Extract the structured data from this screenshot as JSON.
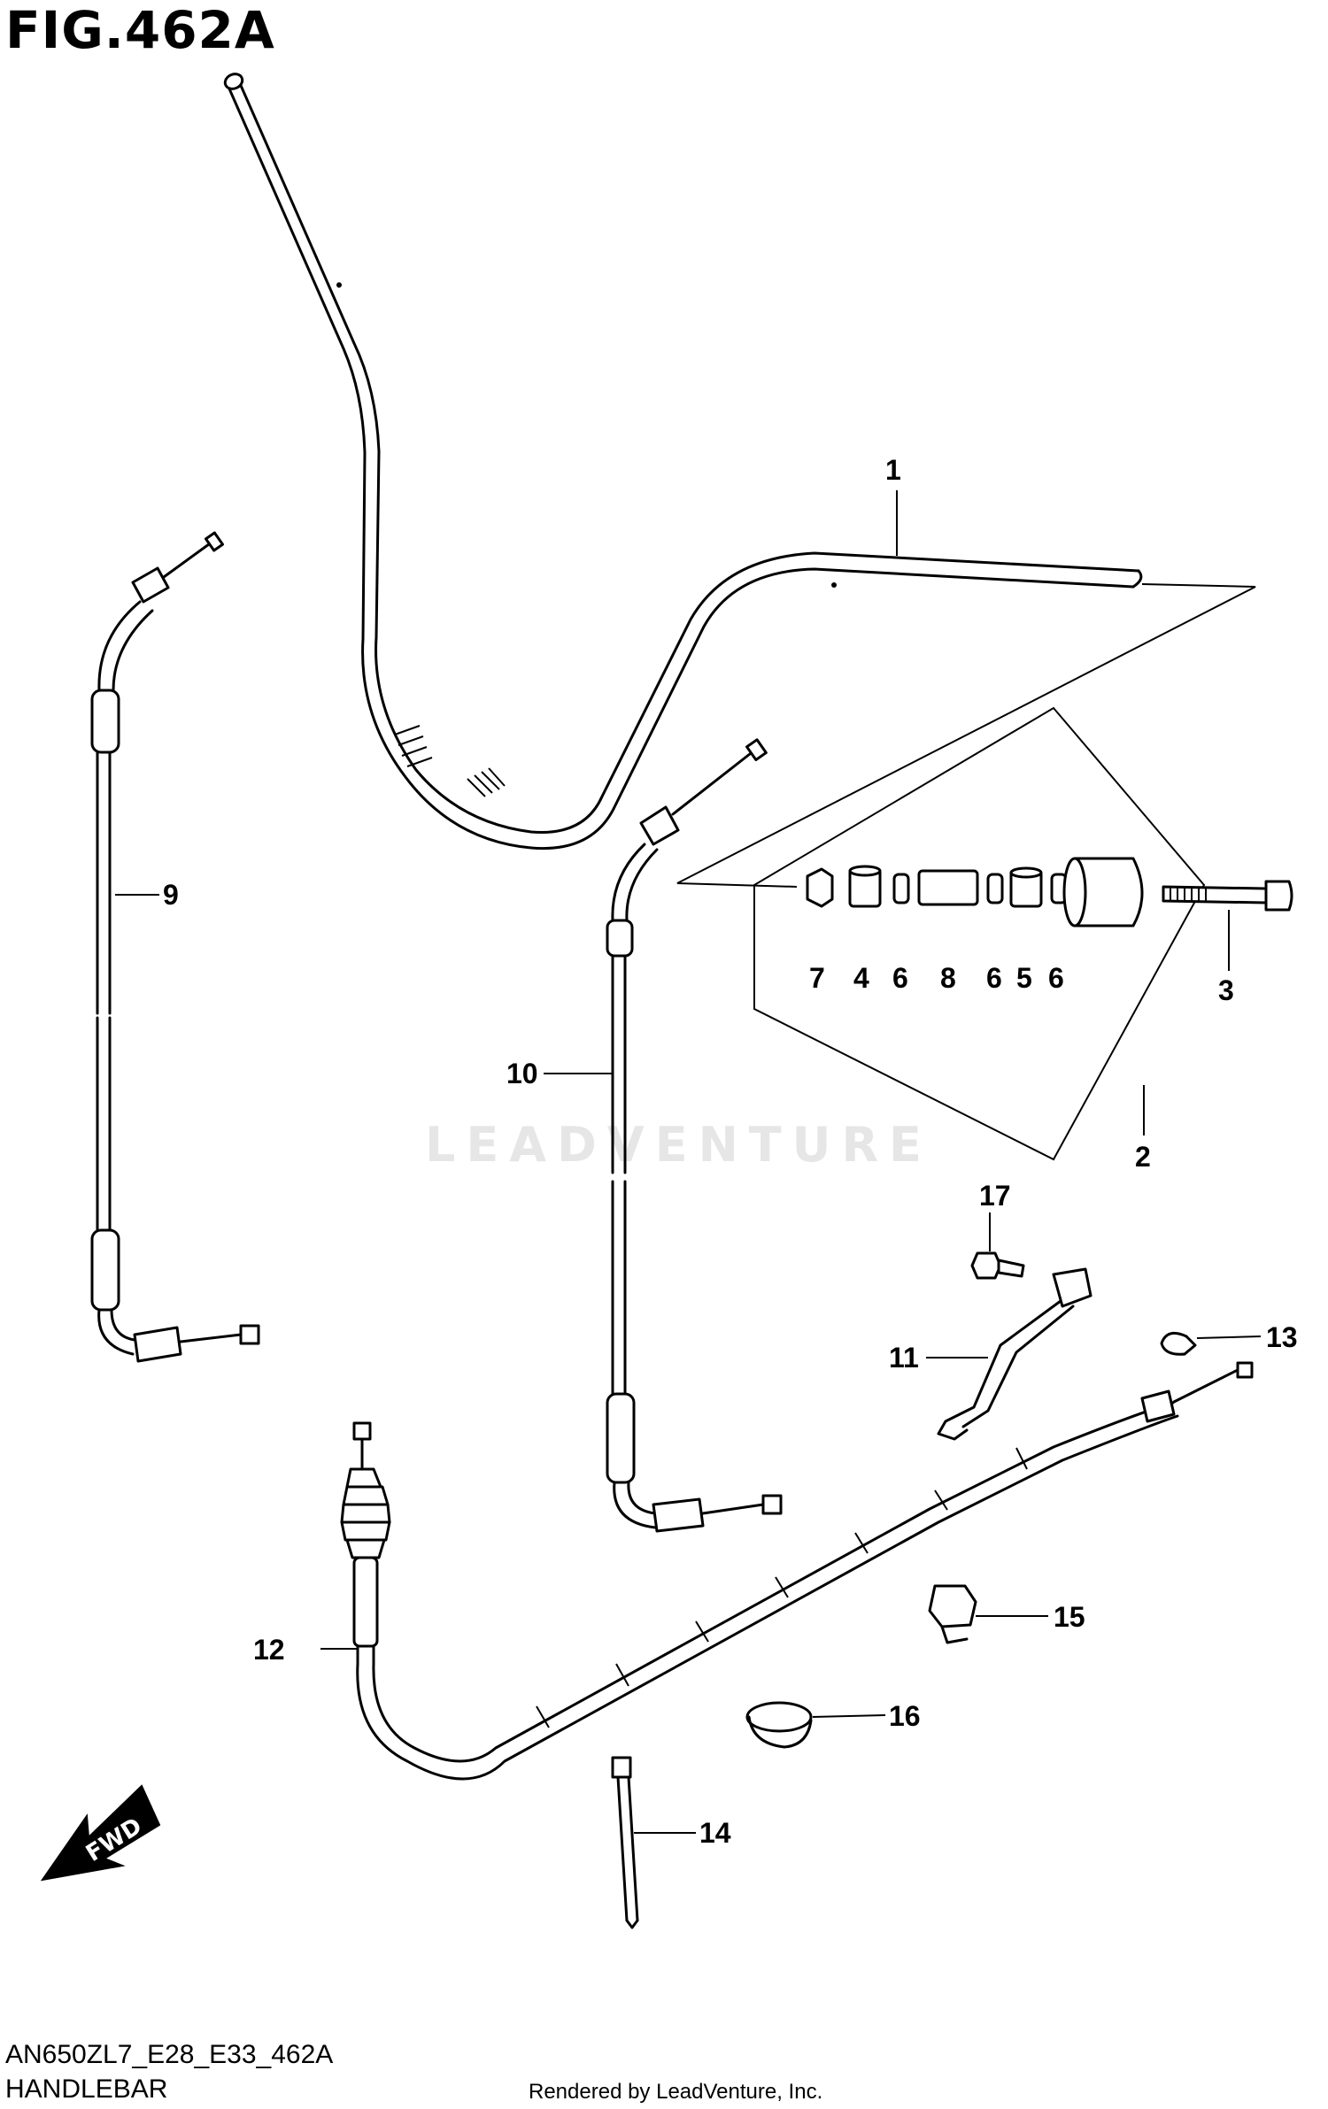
{
  "figure": {
    "title": "FIG.462A",
    "code": "AN650ZL7_E28_E33_462A",
    "section": "HANDLEBAR",
    "rendered_by": "Rendered by LeadVenture, Inc.",
    "watermark": "LEADVENTURE"
  },
  "direction_marker": {
    "label": "FWD"
  },
  "callouts": {
    "c1": "1",
    "c2": "2",
    "c3": "3",
    "c4": "4",
    "c5": "5",
    "c6a": "6",
    "c6b": "6",
    "c6c": "6",
    "c7": "7",
    "c8": "8",
    "c9": "9",
    "c10": "10",
    "c11": "11",
    "c12": "12",
    "c13": "13",
    "c14": "14",
    "c15": "15",
    "c16": "16",
    "c17": "17"
  }
}
